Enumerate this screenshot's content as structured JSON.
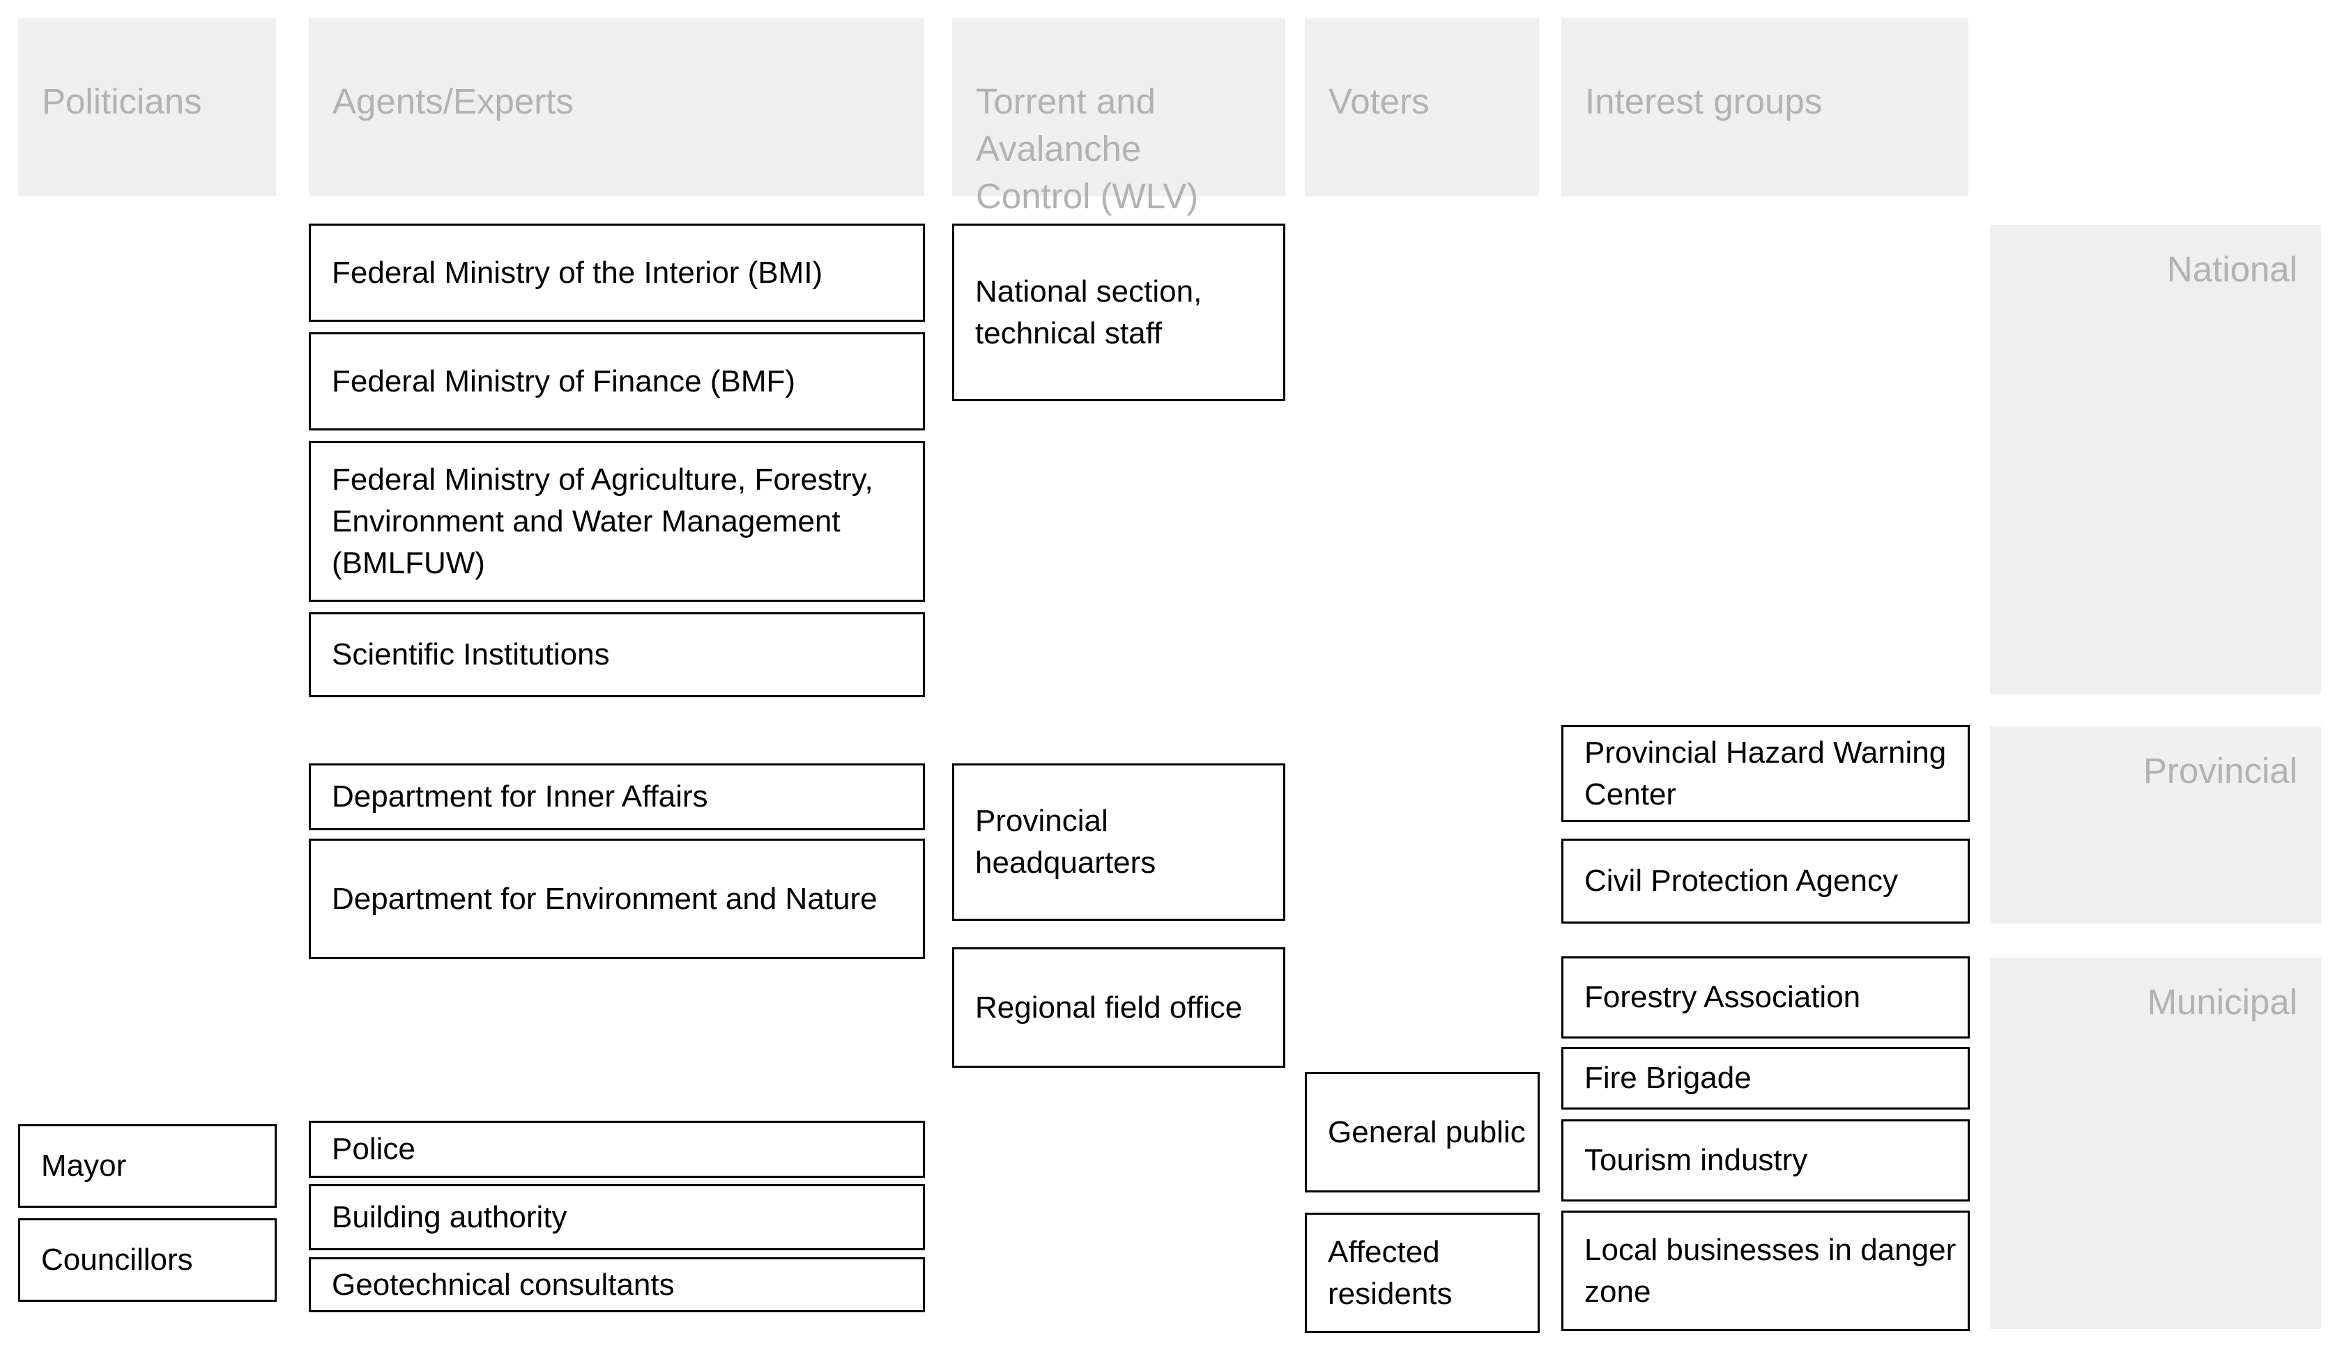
{
  "colors": {
    "header_fill": "#efefef",
    "header_text": "#b2b2b2",
    "box_border": "#000000",
    "box_text": "#000000"
  },
  "columns": {
    "politicians": "Politicians",
    "agents_experts": "Agents/Experts",
    "wlv": "Torrent and\nAvalanche\nControl (WLV)",
    "voters": "Voters",
    "interest_groups": "Interest groups"
  },
  "levels": {
    "national": "National",
    "provincial": "Provincial",
    "municipal": "Municipal"
  },
  "actors": {
    "bmi": "Federal Ministry of the Interior (BMI)",
    "bmf": "Federal Ministry of Finance (BMF)",
    "bmlfuw": "Federal Ministry of Agriculture, Forestry, Environment and Water Management (BMLFUW)",
    "scientific": "Scientific Institutions",
    "inner_affairs": "Department for Inner Affairs",
    "env_nature": "Department for Environment and Nature",
    "police": "Police",
    "building_authority": "Building authority",
    "geotech": "Geotechnical consultants",
    "wlv_national": "National section, technical staff",
    "wlv_provincial": "Provincial headquarters",
    "wlv_regional": "Regional field office",
    "mayor": "Mayor",
    "councillors": "Councillors",
    "general_public": "General public",
    "affected_residents": "Affected residents",
    "hazard_center": "Provincial Hazard Warning Center",
    "civil_protection": "Civil Protection Agency",
    "forestry_assoc": "Forestry Association",
    "fire_brigade": "Fire Brigade",
    "tourism": "Tourism industry",
    "local_businesses": "Local businesses in danger zone"
  }
}
